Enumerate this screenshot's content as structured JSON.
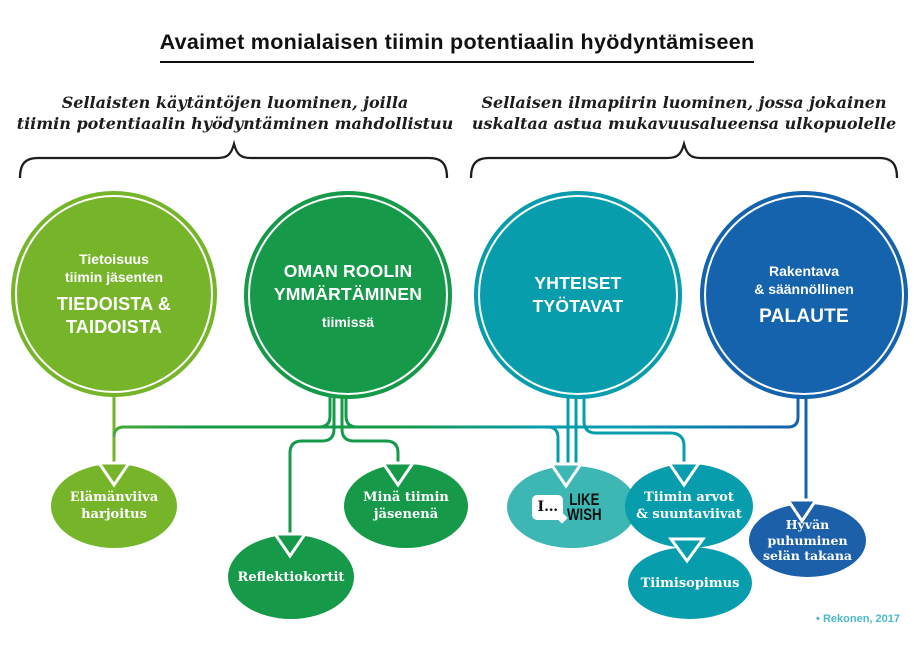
{
  "title": "Avaimet monialaisen tiimin potentiaalin hyödyntämiseen",
  "captions": {
    "left": [
      "Sellaisten käytäntöjen luominen, joilla",
      "tiimin potentiaalin hyödyntäminen mahdollistuu"
    ],
    "right": [
      "Sellaisen ilmapiirin luominen, jossa jokainen",
      "uskaltaa astua mukavuusalueensa ulkopuolelle"
    ]
  },
  "circles": {
    "tiedoista": {
      "top1": "Tietoisuus",
      "top2": "tiimin jäsenten",
      "main1": "TIEDOISTA &",
      "main2": "TAIDOISTA",
      "color": "#76b52a"
    },
    "rooli": {
      "main1": "OMAN ROOLIN",
      "main2": "YMMÄRTÄMINEN",
      "sub": "tiimissä",
      "color": "#169a4a"
    },
    "tyotavat": {
      "main1": "YHTEISET",
      "main2": "TYÖTAVAT",
      "color": "#089dac"
    },
    "palaute": {
      "top1": "Rakentava",
      "top2": "& säännöllinen",
      "main1": "PALAUTE",
      "color": "#1463ac"
    }
  },
  "tools": {
    "elamanviiva": {
      "line1": "Elämänviiva",
      "line2": "harjoitus",
      "color": "#76b52a"
    },
    "reflektiokortit": {
      "line1": "Reflektiokortit",
      "color": "#169a4a"
    },
    "mina": {
      "line1": "Minä tiimin",
      "line2": "jäsenenä",
      "color": "#169a4a"
    },
    "likewish": {
      "bubble": "I…",
      "line1": "LIKE",
      "line2": "WISH",
      "color": "#3cb7b3"
    },
    "arvot": {
      "line1": "Tiimin arvot",
      "line2": "& suuntaviivat",
      "color": "#089dac"
    },
    "tiimisopimus": {
      "line1": "Tiimisopimus",
      "color": "#089dac"
    },
    "hyvan": {
      "line1": "Hyvän",
      "line2": "puhuminen",
      "line3": "selän takana",
      "color": "#1b60a8"
    }
  },
  "citation": "• Rekonen, 2017",
  "palette": {
    "light_green": "#76b52a",
    "green": "#169a4a",
    "teal": "#089dac",
    "turquoise": "#3cb7b3",
    "blue": "#1463ac",
    "brace_ink": "#1d1d1b",
    "citation_teal": "#4bb9c9"
  }
}
